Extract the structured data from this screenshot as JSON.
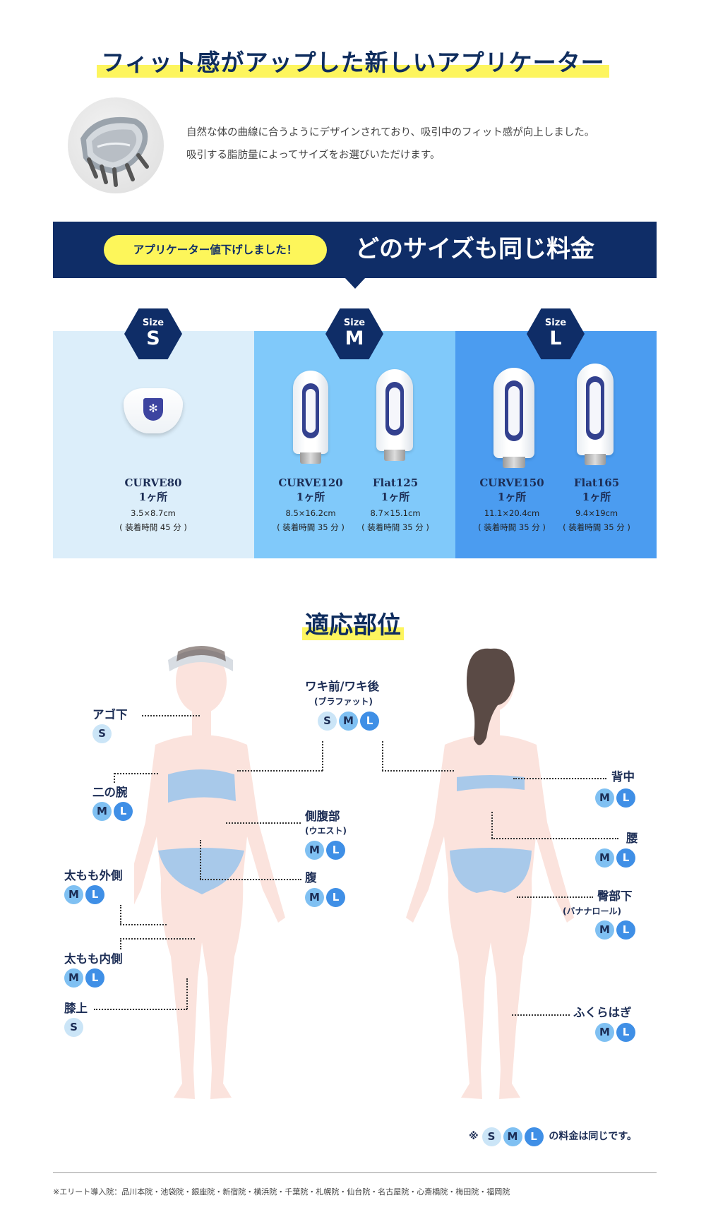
{
  "header": {
    "title": "フィット感がアップした新しいアプリケーター"
  },
  "intro": {
    "line1": "自然な体の曲線に合うようにデザインされており、吸引中のフィット感が向上しました。",
    "line2": "吸引する脂肪量によってサイズをお選びいただけます。"
  },
  "banner": {
    "pill": "アプリケーター値下げしました！",
    "main": "どのサイズも同じ料金"
  },
  "sizes": [
    {
      "label": "Size",
      "letter": "S",
      "products": [
        {
          "name": "CURVE80",
          "count": "1ヶ所",
          "dims": "3.5×8.7cm",
          "time": "( 装着時間 45 分 )"
        }
      ]
    },
    {
      "label": "Size",
      "letter": "M",
      "products": [
        {
          "name": "CURVE120",
          "count": "1ヶ所",
          "dims": "8.5×16.2cm",
          "time": "( 装着時間 35 分 )"
        },
        {
          "name": "Flat125",
          "count": "1ヶ所",
          "dims": "8.7×15.1cm",
          "time": "( 装着時間 35 分 )"
        }
      ]
    },
    {
      "label": "Size",
      "letter": "L",
      "products": [
        {
          "name": "CURVE150",
          "count": "1ヶ所",
          "dims": "11.1×20.4cm",
          "time": "( 装着時間 35 分 )"
        },
        {
          "name": "Flat165",
          "count": "1ヶ所",
          "dims": "9.4×19cm",
          "time": "( 装着時間 35 分 )"
        }
      ]
    }
  ],
  "areas": {
    "title": "適応部位",
    "front": {
      "chin": "アゴ下",
      "upper_arm": "二の腕",
      "outer_thigh": "太もも外側",
      "inner_thigh": "太もも内側",
      "knee": "膝上",
      "armpit": "ワキ前/ワキ後",
      "armpit_sub": "(ブラファット)",
      "flank": "側腹部",
      "flank_sub": "(ウエスト)",
      "belly": "腹"
    },
    "back": {
      "back": "背中",
      "waist": "腰",
      "buttock": "臀部下",
      "buttock_sub": "(バナナロール)",
      "calf": "ふくらはぎ"
    },
    "badge_letters": {
      "s": "S",
      "m": "M",
      "l": "L"
    }
  },
  "note": {
    "prefix": "※",
    "suffix": "の料金は同じです。"
  },
  "footer": "※エリート導入院：品川本院・池袋院・銀座院・新宿院・横浜院・千葉院・札幌院・仙台院・名古屋院・心斎橋院・梅田院・福岡院"
}
